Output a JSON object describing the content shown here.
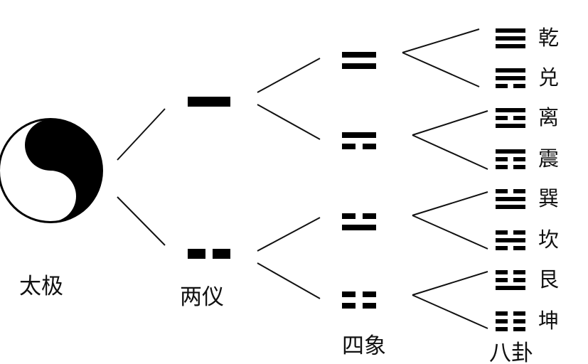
{
  "taiji": {
    "label": "太极"
  },
  "liangyi": {
    "label": "两仪",
    "items": [
      {
        "lines": [
          1
        ]
      },
      {
        "lines": [
          0
        ]
      }
    ]
  },
  "sixiang": {
    "label": "四象",
    "items": [
      {
        "lines": [
          1,
          1
        ]
      },
      {
        "lines": [
          0,
          1
        ]
      },
      {
        "lines": [
          1,
          0
        ]
      },
      {
        "lines": [
          0,
          0
        ]
      }
    ]
  },
  "bagua": {
    "label": "八卦",
    "items": [
      {
        "name": "乾",
        "lines": [
          1,
          1,
          1
        ]
      },
      {
        "name": "兑",
        "lines": [
          0,
          1,
          1
        ]
      },
      {
        "name": "离",
        "lines": [
          1,
          0,
          1
        ]
      },
      {
        "name": "震",
        "lines": [
          0,
          0,
          1
        ]
      },
      {
        "name": "巽",
        "lines": [
          1,
          1,
          0
        ]
      },
      {
        "name": "坎",
        "lines": [
          0,
          1,
          0
        ]
      },
      {
        "name": "艮",
        "lines": [
          1,
          0,
          0
        ]
      },
      {
        "name": "坤",
        "lines": [
          0,
          0,
          0
        ]
      }
    ]
  },
  "colors": {
    "ink": "#000000",
    "paper": "#ffffff"
  }
}
